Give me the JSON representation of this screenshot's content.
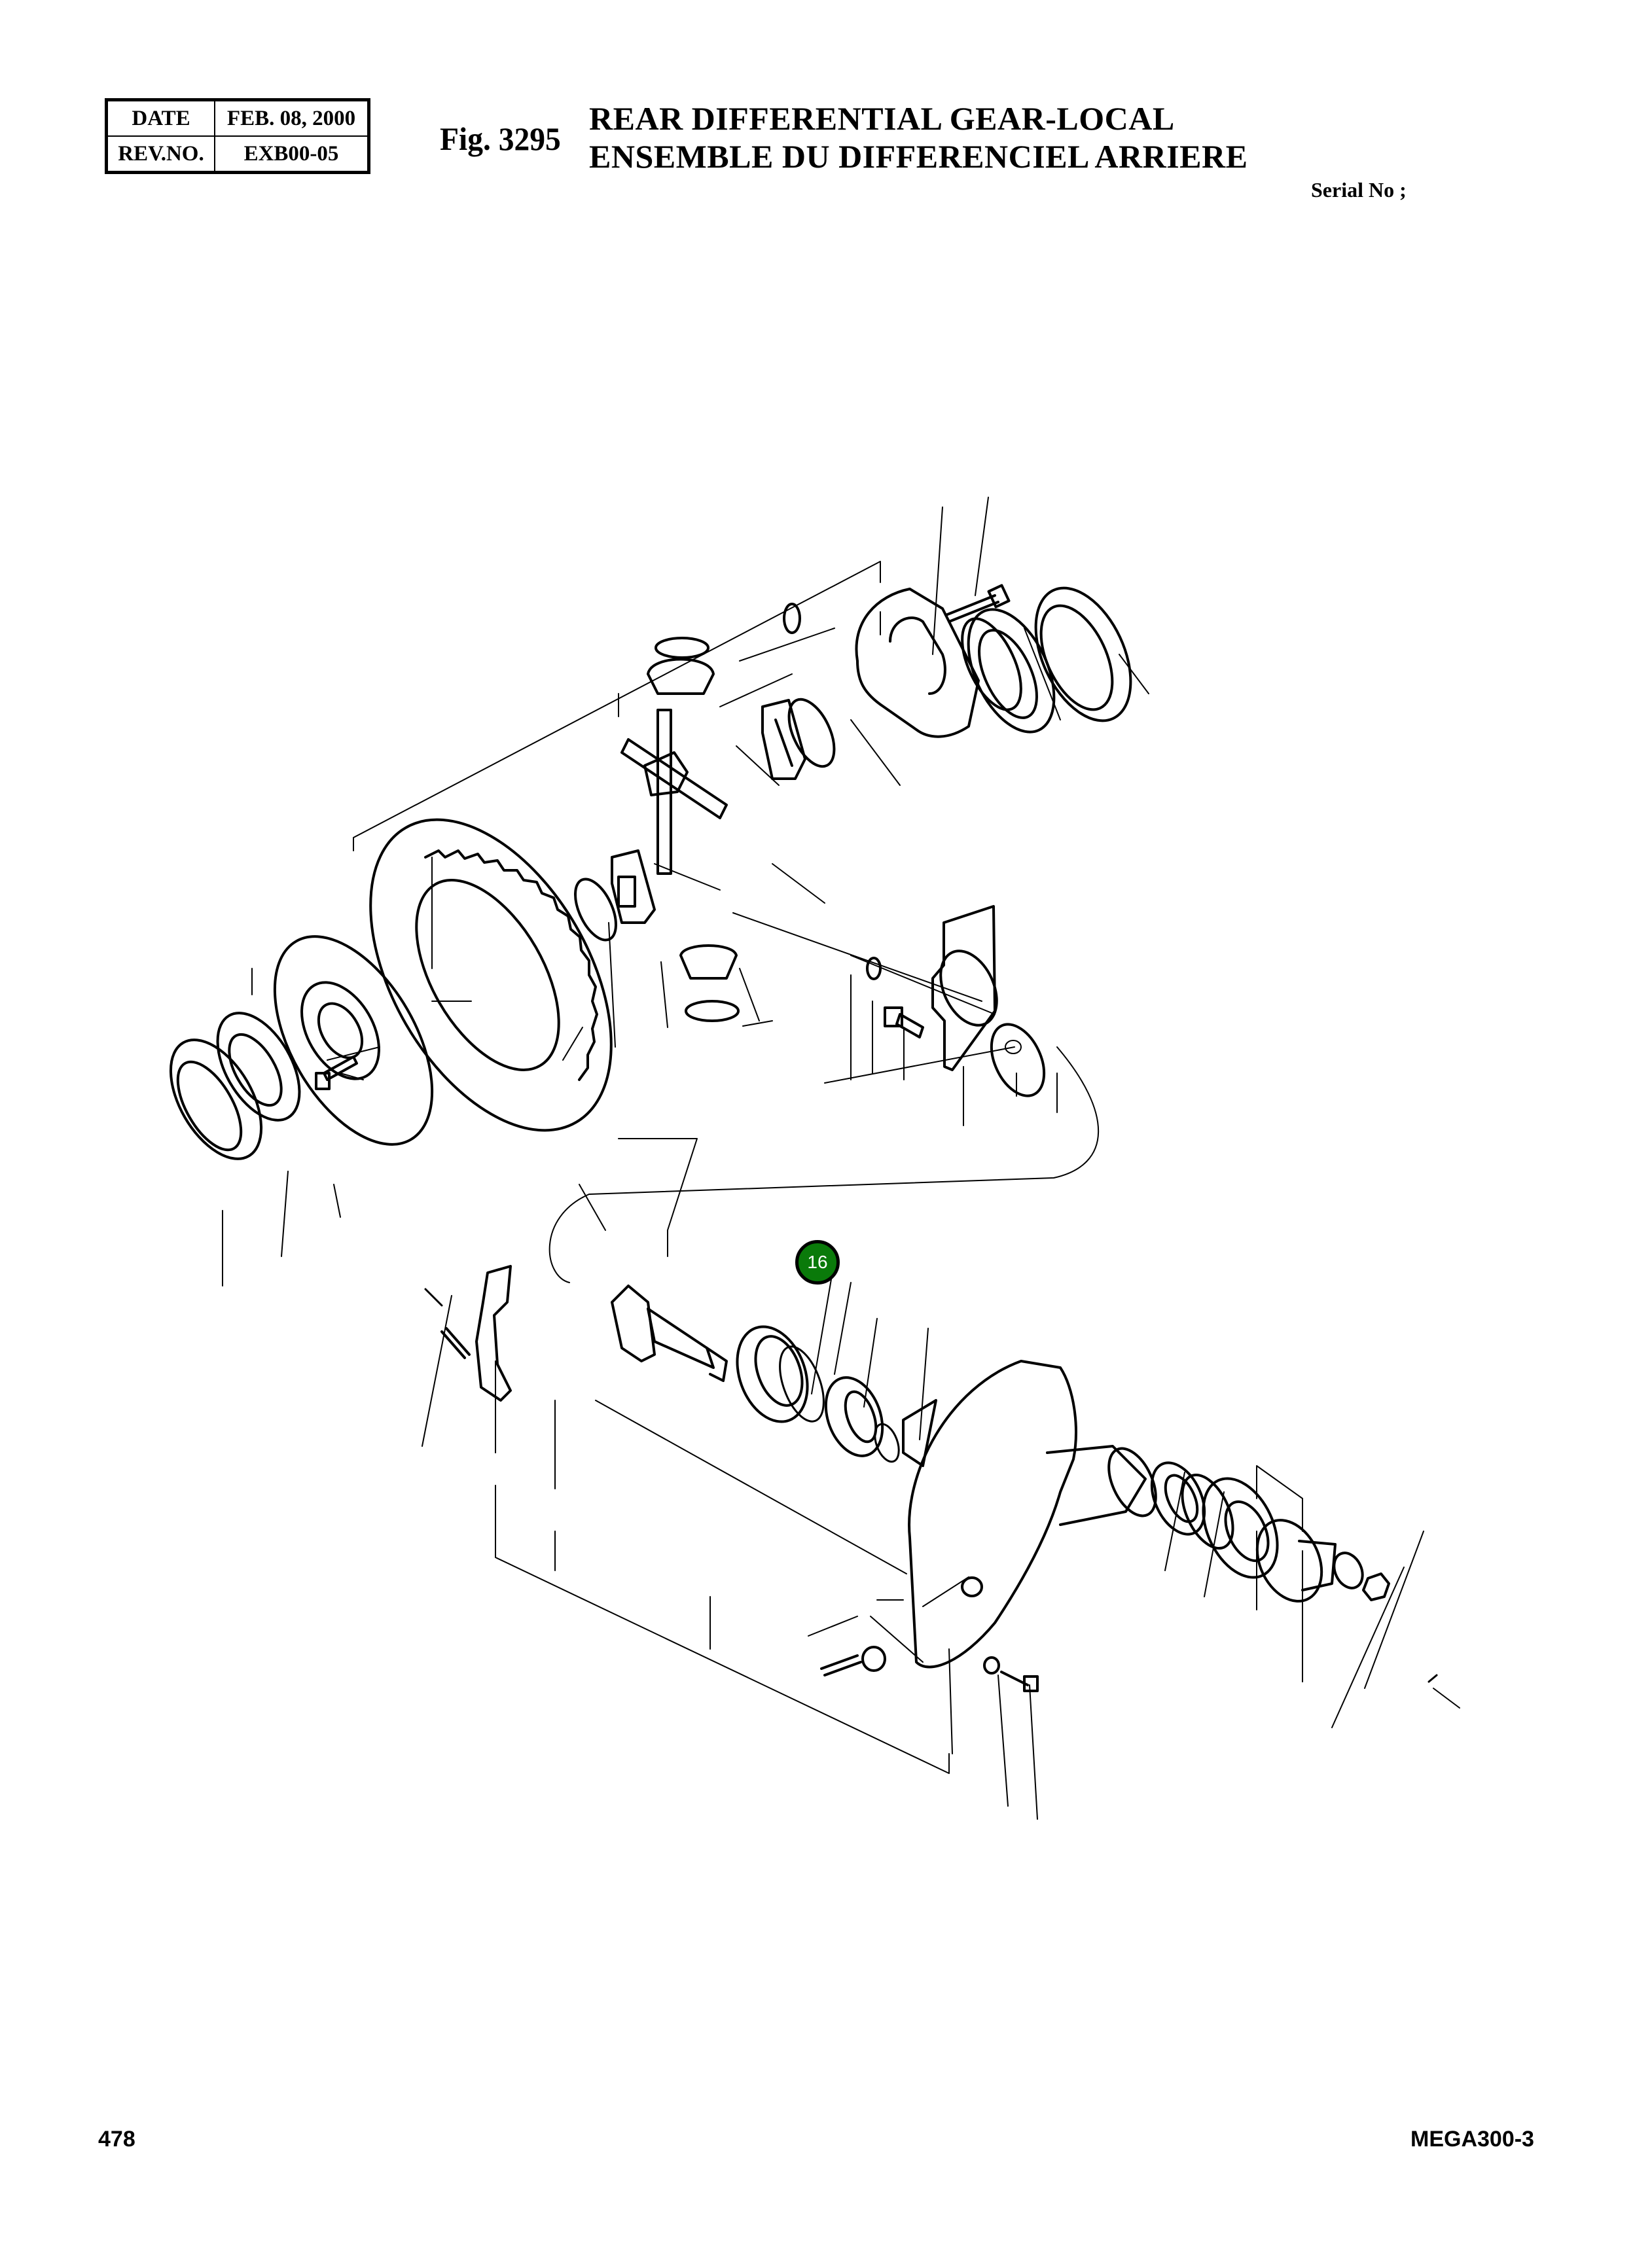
{
  "header": {
    "revision_table": {
      "date_label": "DATE",
      "date_value": "FEB. 08, 2000",
      "rev_label": "REV.NO.",
      "rev_value": "EXB00-05"
    },
    "figure_number": "Fig. 3295",
    "title_en": "REAR DIFFERENTIAL GEAR-LOCAL",
    "title_fr": "ENSEMBLE DU DIFFERENCIEL ARRIERE",
    "serial_label": "Serial No ;"
  },
  "diagram": {
    "description": "Exploded view of rear differential gear assembly",
    "callouts": [
      {
        "number": "16",
        "color": "#0a7a0a"
      }
    ]
  },
  "footer": {
    "page_number": "478",
    "model": "MEGA300-3"
  }
}
